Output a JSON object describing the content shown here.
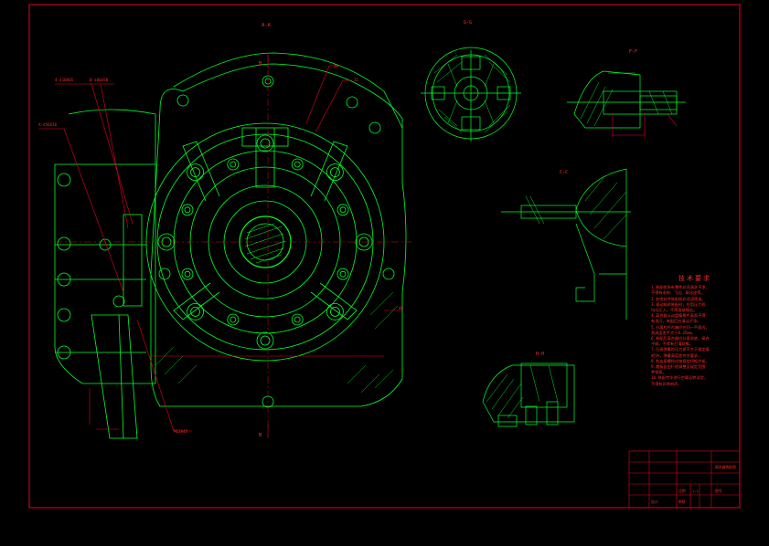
{
  "drawing": {
    "frame_color": "#e8001e",
    "line_color": "#00ff2a",
    "text_color": "#ff2a2a",
    "background": "#000000"
  },
  "views": {
    "a": {
      "label": "A-A"
    },
    "b_marks": [
      "B",
      "B"
    ],
    "g": {
      "label": "G-G"
    },
    "f": {
      "label": "F-F"
    },
    "c": {
      "label": "C-C"
    },
    "h": {
      "label": "H-H"
    }
  },
  "callouts": {
    "left_1": "4-¢18X65",
    "left_2": "B-¢60¢58",
    "left_3": "A-¢56X16",
    "bottom": "M12X45",
    "top_1": "29",
    "top_2": "31",
    "right": "48"
  },
  "notes": {
    "title": "技术要求",
    "lines": [
      "1.装配前所有零件必须清洗干净，",
      "  不得有毛刺、飞边、氧化皮等。",
      "2.各密封件装配前必须浸透油。",
      "3.滚动轴承装配时，应用压力机",
      "  均匀压入，不得直接锤击。",
      "4.离合器从动盘摩擦片表面不得",
      "  有油污，装配后应清洁干净。",
      "5.分离杠杆内端应在同一平面内，",
      "  其高度差不大于0.25mm。",
      "6.装配后离合器应分离彻底，接合",
      "  平顺，不得有打滑现象。",
      "7.压紧弹簧的压力差不大于规定值",
      "  的5%，弹簧高度差符合要求。",
      "8.各连接螺栓应按规定扭矩拧紧。",
      "9.踏板自由行程调整至规定范围",
      "  并锁紧。",
      "10.装配完毕进行空载运转试验，",
      "  不得有异常响声。"
    ]
  },
  "title_block": {
    "cells": [
      "离合器装配图",
      "比例",
      "1:1",
      "图号",
      "设计",
      "审核"
    ]
  }
}
